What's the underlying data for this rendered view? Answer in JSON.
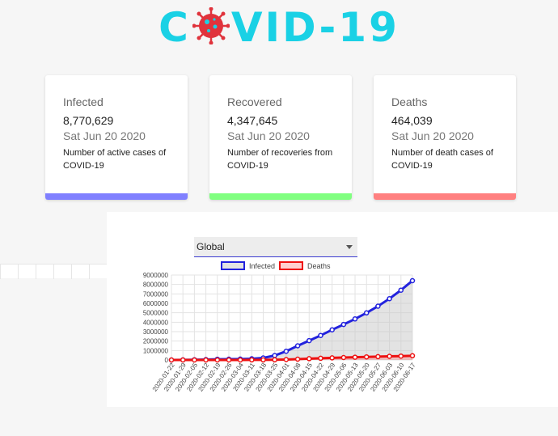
{
  "header": {
    "title_prefix": "C",
    "title_suffix": "VID-19"
  },
  "cards": [
    {
      "title": "Infected",
      "value": "8,770,629",
      "date": "Sat Jun 20 2020",
      "desc": "Number of active cases of COVID-19",
      "color": "#8080ff"
    },
    {
      "title": "Recovered",
      "value": "4,347,645",
      "date": "Sat Jun 20 2020",
      "desc": "Number of recoveries from COVID-19",
      "color": "#80ff80"
    },
    {
      "title": "Deaths",
      "value": "464,039",
      "date": "Sat Jun 20 2020",
      "desc": "Number of death cases of COVID-19",
      "color": "#ff8080"
    }
  ],
  "region_select": {
    "value": "Global"
  },
  "chart_data": {
    "type": "line",
    "legend": [
      "Infected",
      "Deaths"
    ],
    "legend_position": "top",
    "grid": true,
    "ylim": [
      0,
      9000000
    ],
    "yticks": [
      "0",
      "1000000",
      "2000000",
      "3000000",
      "4000000",
      "5000000",
      "6000000",
      "7000000",
      "8000000",
      "9000000"
    ],
    "categories": [
      "2020-01-22",
      "2020-01-29",
      "2020-02-05",
      "2020-02-12",
      "2020-02-19",
      "2020-02-26",
      "2020-03-04",
      "2020-03-11",
      "2020-03-18",
      "2020-03-25",
      "2020-04-01",
      "2020-04-08",
      "2020-04-15",
      "2020-04-22",
      "2020-04-29",
      "2020-05-06",
      "2020-05-13",
      "2020-05-20",
      "2020-05-27",
      "2020-06-03",
      "2020-06-10",
      "2020-06-17"
    ],
    "series": [
      {
        "name": "Infected",
        "color": "#2222dd",
        "fill": "rgba(200,200,200,0.5)",
        "values": [
          555,
          6000,
          28000,
          45000,
          75000,
          82000,
          95000,
          126000,
          218000,
          470000,
          930000,
          1500000,
          2050000,
          2600000,
          3200000,
          3760000,
          4350000,
          4990000,
          5700000,
          6500000,
          7400000,
          8400000
        ]
      },
      {
        "name": "Deaths",
        "color": "#ee1111",
        "fill": "rgba(255,120,120,0.35)",
        "values": [
          17,
          130,
          560,
          1120,
          2000,
          2800,
          3300,
          4600,
          8800,
          21000,
          47000,
          88000,
          137000,
          180000,
          225000,
          258000,
          295000,
          325000,
          355000,
          382000,
          410000,
          450000
        ]
      }
    ]
  }
}
